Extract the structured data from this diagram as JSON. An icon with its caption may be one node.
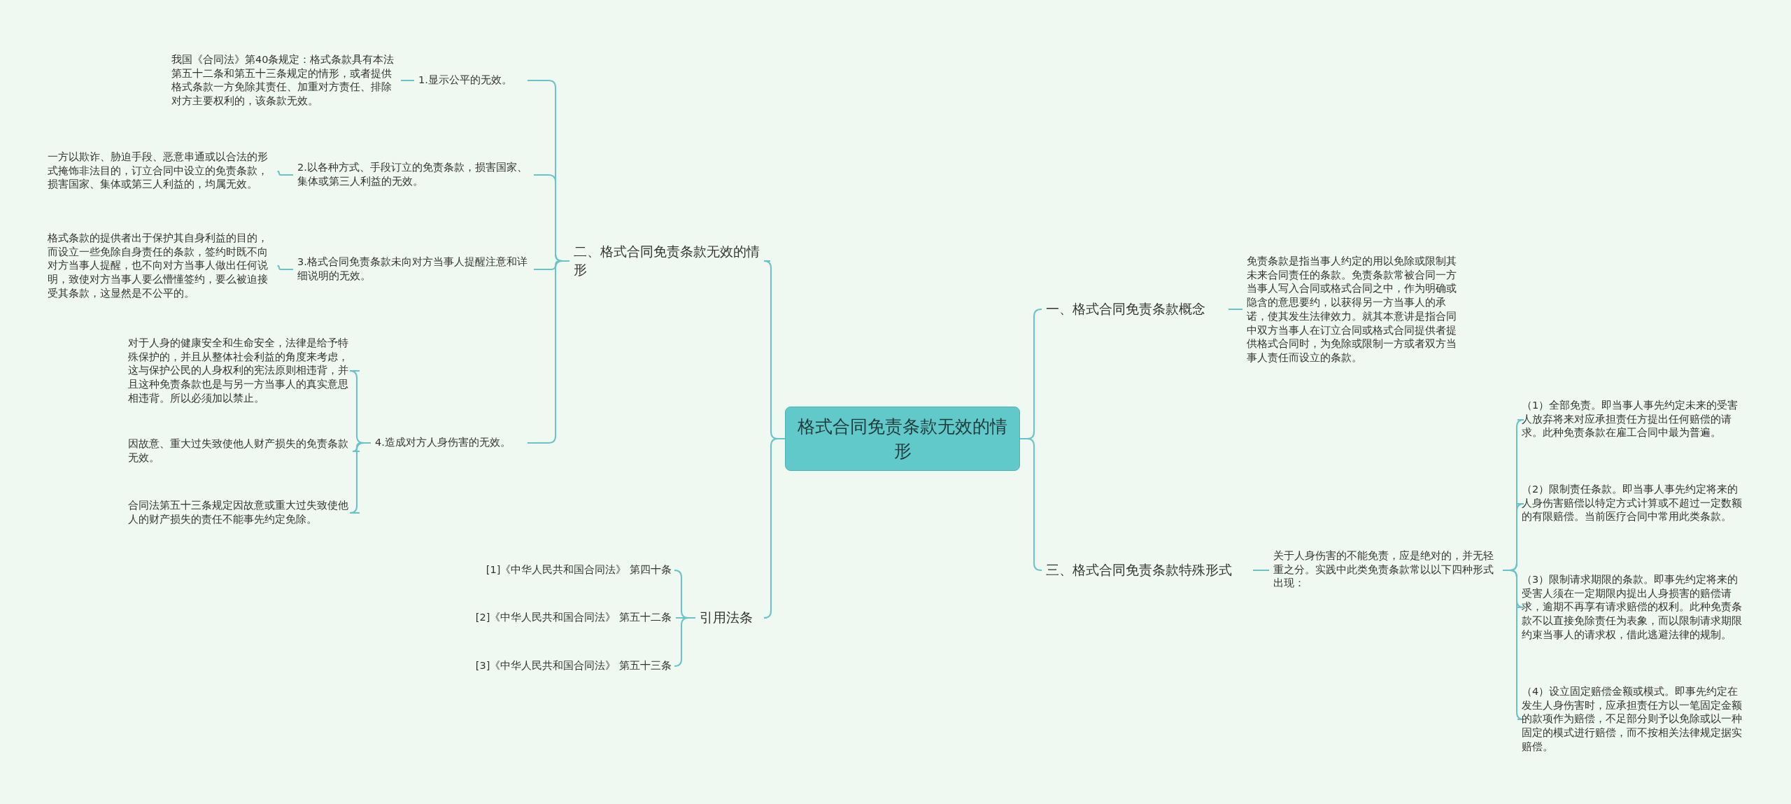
{
  "diagram": {
    "nodes": [
      {
        "text": [
          "格式合同免责条款无效的情形"
        ]
      },
      {
        "text": [
          "二、格式合同免责条款无效的情形"
        ]
      },
      {
        "text": [
          "1.显示公平的无效。"
        ]
      },
      {
        "text": [
          "我国《合同法》第40条规定：格式条款具有本法第五十二条和第五十三条规定的情形，或者提供格式条款一方免除其责任、加重对方责任、排除对方主要权利的，该条款无效。"
        ]
      },
      {
        "text": [
          "2.以各种方式、手段订立的免责条款，损害国家、集体或第三人利益的无效。"
        ]
      },
      {
        "text": [
          "一方以欺诈、胁迫手段、恶意串通或以合法的形式掩饰非法目的，订立合同中设立的免责条款，损害国家、集体或第三人利益的，均属无效。"
        ]
      },
      {
        "text": [
          "3.格式合同免责条款未向对方当事人提醒注意和详细说明的无效。"
        ]
      },
      {
        "text": [
          "格式条款的提供者出于保护其自身利益的目的，而设立一些免除自身责任的条款，签约时既不向对方当事人提醒，也不向对方当事人做出任何说明，致使对方当事人要么懵懂签约，要么被迫接受其条款，这显然是不公平的。"
        ]
      },
      {
        "text": [
          "4.造成对方人身伤害的无效。"
        ]
      },
      {
        "text": [
          "对于人身的健康安全和生命安全，法律是给予特殊保护的，并且从整体社会利益的角度来考虑，这与保护公民的人身权利的宪法原则相违背，并且这种免责条款也是与另一方当事人的真实意思相违背。所以必须加以禁止。"
        ]
      },
      {
        "text": [
          "因故意、重大过失致使他人财产损失的免责条款无效。"
        ]
      },
      {
        "text": [
          "合同法第五十三条规定因故意或重大过失致使他人的财产损失的责任不能事先约定免除。"
        ]
      },
      {
        "text": [
          "引用法条"
        ]
      },
      {
        "text": [
          "[1]《中华人民共和国合同法》 第四十条"
        ]
      },
      {
        "text": [
          "[2]《中华人民共和国合同法》 第五十二条"
        ]
      },
      {
        "text": [
          "[3]《中华人民共和国合同法》 第五十三条"
        ]
      },
      {
        "text": [
          "一、格式合同免责条款概念"
        ]
      },
      {
        "text": [
          "免责条款是指当事人约定的用以免除或限制其未来合同责任的条款。免责条款常被合同一方当事人写入合同或格式合同之中，作为明确或隐含的意思要约，以获得另一方当事人的承诺，使其发生法律效力。就其本意讲是指合同中双方当事人在订立合同或格式合同提供者提供格式合同时，为免除或限制一方或者双方当事人责任而设立的条款。"
        ]
      },
      {
        "text": [
          "三、格式合同免责条款特殊形式"
        ]
      },
      {
        "text": [
          "关于人身伤害的不能免责，应是绝对的，并无轻重之分。实践中此类免责条款常以以下四种形式出现："
        ]
      },
      {
        "text": [
          "（1）全部免责。即当事人事先约定未来的受害人放弃将来对应承担责任方提出任何赔偿的请求。此种免责条款在雇工合同中最为普遍。"
        ]
      },
      {
        "text": [
          "（2）限制责任条款。即当事人事先约定将来的人身伤害赔偿以特定方式计算或不超过一定数额的有限赔偿。当前医疗合同中常用此类条款。"
        ]
      },
      {
        "text": [
          "（3）限制请求期限的条款。即事先约定将来的受害人须在一定期限内提出人身损害的赔偿请求，逾期不再享有请求赔偿的权利。此种免责条款不以直接免除责任为表象，而以限制请求期限约束当事人的请求权，借此逃避法律的规制。"
        ]
      },
      {
        "text": [
          "（4）设立固定赔偿金额或模式。即事先约定在发生人身伤害时，应承担责任方以一笔固定金额的款项作为赔偿，不足部分则予以免除或以一种固定的模式进行赔偿，而不按相关法律规定据实赔偿。"
        ]
      }
    ],
    "edges": [
      {
        "from": 0,
        "to": 1,
        "arrow": "none"
      },
      {
        "from": 1,
        "to": 2,
        "arrow": "none"
      },
      {
        "from": 2,
        "to": 3,
        "arrow": "none"
      },
      {
        "from": 1,
        "to": 4,
        "arrow": "none"
      },
      {
        "from": 4,
        "to": 5,
        "arrow": "none"
      },
      {
        "from": 1,
        "to": 6,
        "arrow": "none"
      },
      {
        "from": 6,
        "to": 7,
        "arrow": "none"
      },
      {
        "from": 1,
        "to": 8,
        "arrow": "none"
      },
      {
        "from": 8,
        "to": 9,
        "arrow": "none"
      },
      {
        "from": 8,
        "to": 10,
        "arrow": "none"
      },
      {
        "from": 8,
        "to": 11,
        "arrow": "none"
      },
      {
        "from": 0,
        "to": 12,
        "arrow": "none"
      },
      {
        "from": 12,
        "to": 13,
        "arrow": "none"
      },
      {
        "from": 12,
        "to": 14,
        "arrow": "none"
      },
      {
        "from": 12,
        "to": 15,
        "arrow": "none"
      },
      {
        "from": 0,
        "to": 16,
        "arrow": "none"
      },
      {
        "from": 16,
        "to": 17,
        "arrow": "none"
      },
      {
        "from": 0,
        "to": 18,
        "arrow": "none"
      },
      {
        "from": 18,
        "to": 19,
        "arrow": "none"
      },
      {
        "from": 19,
        "to": 20,
        "arrow": "none"
      },
      {
        "from": 19,
        "to": 21,
        "arrow": "none"
      },
      {
        "from": 19,
        "to": 22,
        "arrow": "none"
      },
      {
        "from": 19,
        "to": 23,
        "arrow": "none"
      }
    ]
  }
}
